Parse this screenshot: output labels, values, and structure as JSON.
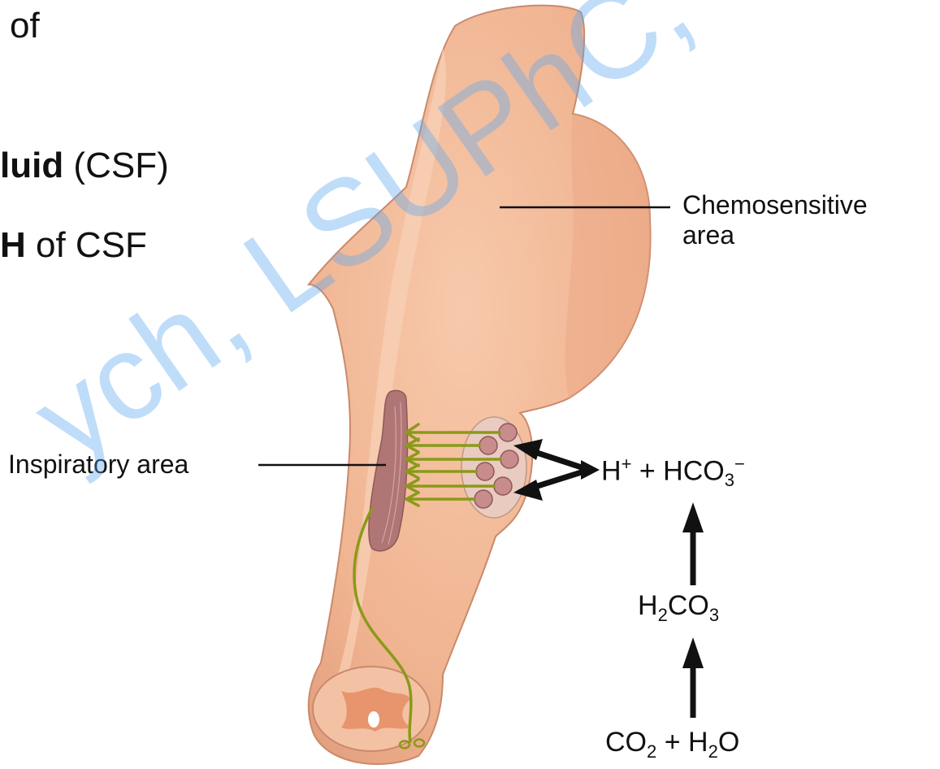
{
  "slide_text": {
    "line1": "of",
    "line2_bold": "luid",
    "line2_rest": " (CSF)",
    "line3_bold": "H",
    "line3_rest": " of CSF"
  },
  "labels": {
    "chemosensitive_line1": "Chemosensitive",
    "chemosensitive_line2": "area",
    "inspiratory": "Inspiratory area"
  },
  "chemistry": {
    "ions": {
      "h": "H",
      "h_charge": "+",
      "plus": " + ",
      "hco": "HCO",
      "hco_sub": "3",
      "hco_charge": "−"
    },
    "carbonic_acid": {
      "h": "H",
      "h_sub": "2",
      "co": "CO",
      "co_sub": "3"
    },
    "reactants": {
      "co": "CO",
      "co_sub": "2",
      "plus": " + ",
      "h": "H",
      "h_sub": "2",
      "o": "O"
    }
  },
  "watermark": "ych, LSUPhC, ",
  "colors": {
    "tissue": "#f2b896",
    "tissue_shadow": "#e7a584",
    "tissue_outline": "#c98a6c",
    "nerve": "#8a9a18",
    "neuron": "#c98c8c",
    "watermark": "#5aa8f0"
  }
}
